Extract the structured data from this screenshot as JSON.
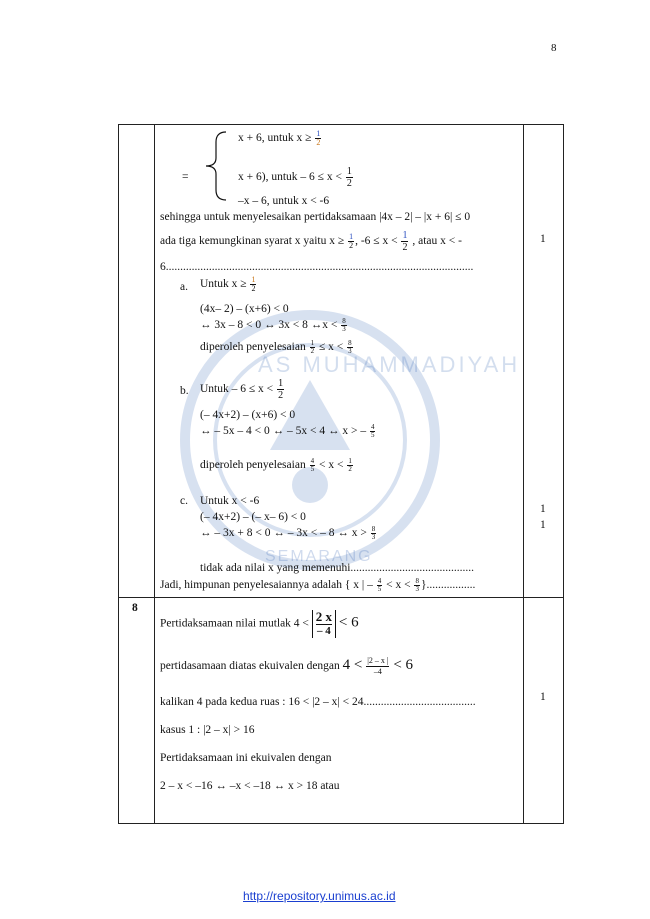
{
  "page_number": "8",
  "footer_link": "http://repository.unimus.ac.id",
  "watermark": {
    "top_text": "AS MUHAMMADIYAH",
    "bottom_text": "SEMARANG"
  },
  "row1": {
    "piecewise": {
      "eq_sign": "=",
      "case1": "x + 6, untuk x ≥",
      "case2": "x + 6), untuk – 6 ≤ x <",
      "case3": "–x – 6, untuk x < -6"
    },
    "line_intro": "sehingga untuk menyelesaikan pertidaksamaan |4x – 2| –  |x + 6| ≤ 0",
    "line_cond_a": "ada tiga kemungkinan syarat x yaitu x ≥",
    "line_cond_b": ", -6 ≤ x <",
    "line_cond_c": ", atau x < -",
    "line_cond_d": "6...........................................................................................................",
    "case_a": {
      "marker": "a.",
      "title": "Untuk x ≥",
      "l1": "(4x– 2) – (x+6) < 0",
      "l2": "↔ 3x – 8 < 0 ↔ 3x < 8 ↔x <",
      "l3": "diperoleh penyelesaian",
      "l3b": "≤ x <"
    },
    "case_b": {
      "marker": "b.",
      "title": "Untuk – 6 ≤ x <",
      "l1": "(– 4x+2) – (x+6) < 0",
      "l2": "↔ – 5x – 4 < 0 ↔ – 5x < 4 ↔ x > –",
      "l3": "diperoleh penyelesaian",
      "l3b": "< x <"
    },
    "case_c": {
      "marker": "c.",
      "title": "Untuk x < -6",
      "l1": "(– 4x+2) – (– x– 6) < 0",
      "l2": "↔ – 3x + 8 < 0 ↔ – 3x < – 8 ↔ x >",
      "l3": "tidak ada nilai x yang memenuhi..........................................."
    },
    "conclusion_a": "Jadi, himpunan penyelesaiannya adalah { x | –",
    "conclusion_b": "< x <",
    "conclusion_c": "}.................",
    "scores": [
      "1",
      "1",
      "1"
    ],
    "fractions": {
      "one": "1",
      "two": "2",
      "eight": "8",
      "three": "3",
      "four": "4",
      "five": "5"
    }
  },
  "row2": {
    "number": "8",
    "l1": "Pertidaksamaan nilai mutlak 4 <",
    "l1_num": "2   x",
    "l1_den": "– 4",
    "l1_tail": "< 6",
    "l2": "pertidasamaan diatas ekuivalen dengan",
    "l2_4": "4 <",
    "l2_num": "|2 – x |",
    "l2_den": "–4",
    "l2_tail": "< 6",
    "l3": "kalikan 4 pada kedua ruas : 16 < |2 – x| < 24.......................................",
    "l4": "kasus 1 : |2 – x| > 16",
    "l5": "Pertidaksamaan ini ekuivalen dengan",
    "l6": "2 – x < –16 ↔ –x < –18 ↔ x > 18 atau",
    "score": "1"
  }
}
